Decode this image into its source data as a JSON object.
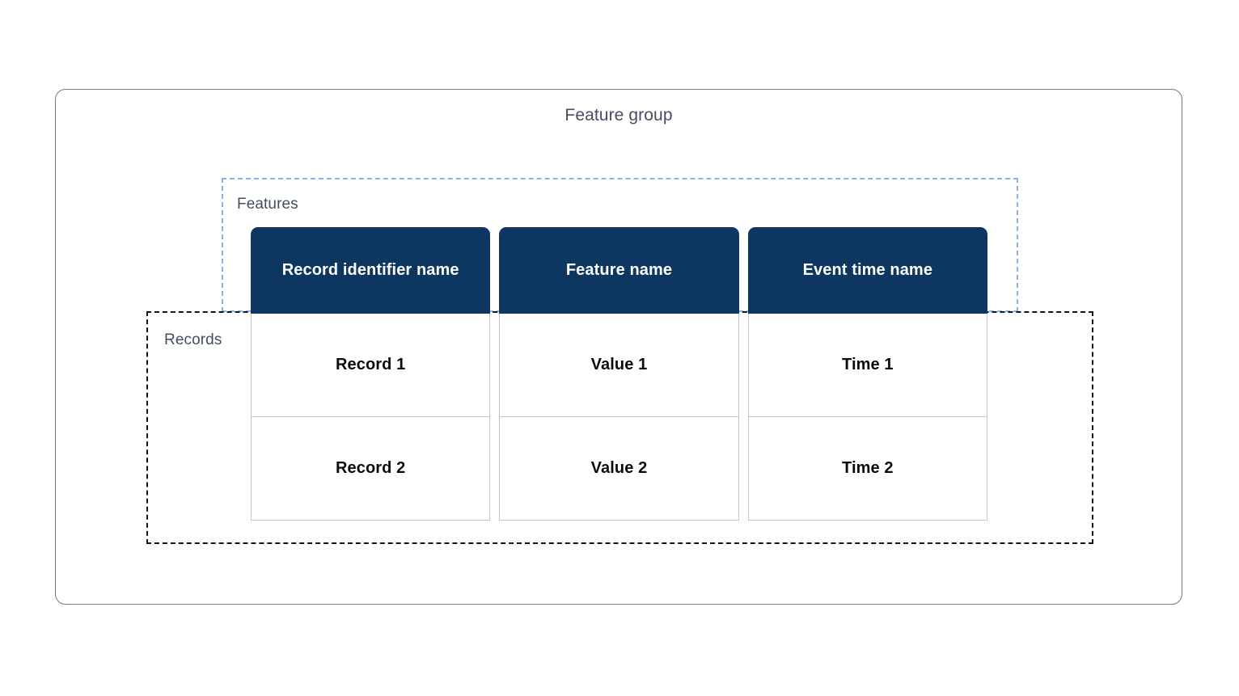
{
  "diagram": {
    "title": "Feature group",
    "regions": {
      "features_label": "Features",
      "records_label": "Records"
    },
    "colors": {
      "header_fill": "#0d3660",
      "header_text": "#ffffff",
      "features_border": "#85b4ec",
      "records_border": "#12151c",
      "outer_border": "#73798a",
      "label_text": "#444f5e",
      "cell_border": "#c4c6c9",
      "cell_text": "#0b0b0b"
    },
    "table": {
      "headers": [
        "Record identifier name",
        "Feature name",
        "Event time name"
      ],
      "rows": [
        [
          "Record 1",
          "Value 1",
          "Time 1"
        ],
        [
          "Record 2",
          "Value 2",
          "Time 2"
        ]
      ]
    }
  }
}
